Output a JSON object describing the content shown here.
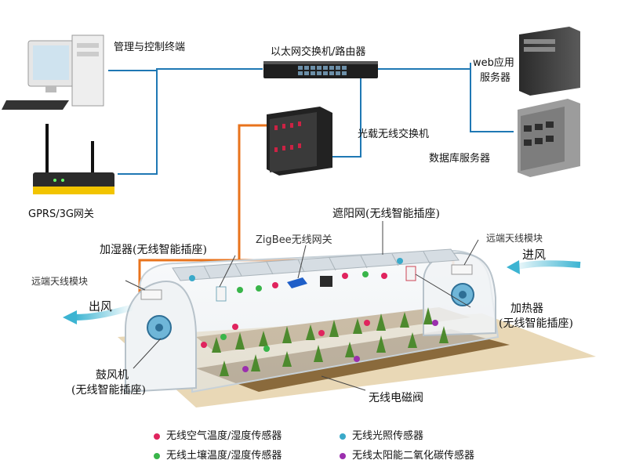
{
  "labels": {
    "mgmt_terminal": "管理与控制终端",
    "gateway": "GPRS/3G网关",
    "switch_router": "以太网交换机/路由器",
    "web_server": "web应用\n服务器",
    "web_server_l1": "web应用",
    "web_server_l2": "服务器",
    "db_server": "数据库服务器",
    "optical_switch": "光载无线交换机",
    "shade_net": "遮阳网(无线智能插座)",
    "zigbee_gateway": "ZigBee无线网关",
    "humidifier": "加湿器(无线智能插座)",
    "remote_antenna_right": "远端天线模块",
    "remote_antenna_left": "远端天线模块",
    "air_in": "进风",
    "air_out": "出风",
    "heater_l1": "加热器",
    "heater_l2": "(无线智能插座)",
    "fan_l1": "鼓风机",
    "fan_l2": "(无线智能插座)",
    "valve": "无线电磁阀"
  },
  "legend": [
    {
      "label": "无线空气温度/湿度传感器",
      "color": "#e0245e"
    },
    {
      "label": "无线光照传感器",
      "color": "#3aa9c9"
    },
    {
      "label": "无线土壤温度/湿度传感器",
      "color": "#39b54a"
    },
    {
      "label": "无线太阳能二氧化碳传感器",
      "color": "#9b2fae"
    }
  ],
  "colors": {
    "network_line": "#1f78b4",
    "fiber_line": "#e8731c",
    "airflow": "#3cb4d2",
    "greenhouse_frame": "#cfd8df",
    "soil": "#8a6a3c"
  }
}
